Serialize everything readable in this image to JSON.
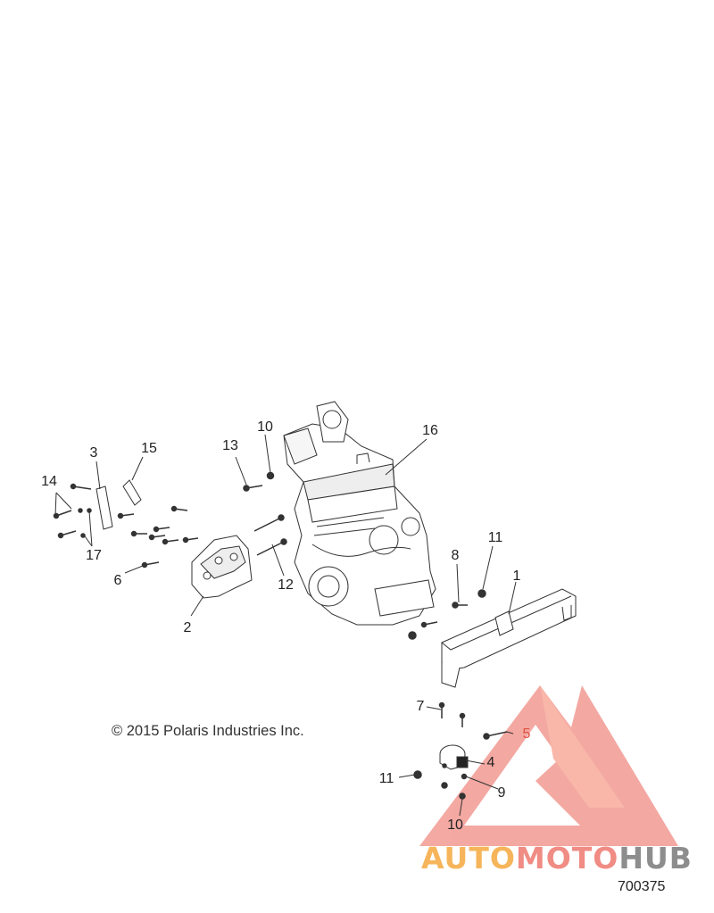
{
  "callouts": {
    "c1": "1",
    "c2": "2",
    "c3": "3",
    "c4": "4",
    "c5": "5",
    "c6": "6",
    "c7": "7",
    "c8": "8",
    "c9": "9",
    "c10a": "10",
    "c10b": "10",
    "c11a": "11",
    "c11b": "11",
    "c12": "12",
    "c13": "13",
    "c14": "14",
    "c15": "15",
    "c16": "16",
    "c17": "17"
  },
  "copyright": "© 2015 Polaris Industries Inc.",
  "figure_number": "700375",
  "watermark": {
    "part1": "AUTO",
    "part2": "MOTO",
    "part3": "HUB",
    "colors": {
      "auto": "#f6b55a",
      "moto": "#f08c84",
      "hub": "#8d8d8d",
      "logo": "#f0665a"
    }
  }
}
